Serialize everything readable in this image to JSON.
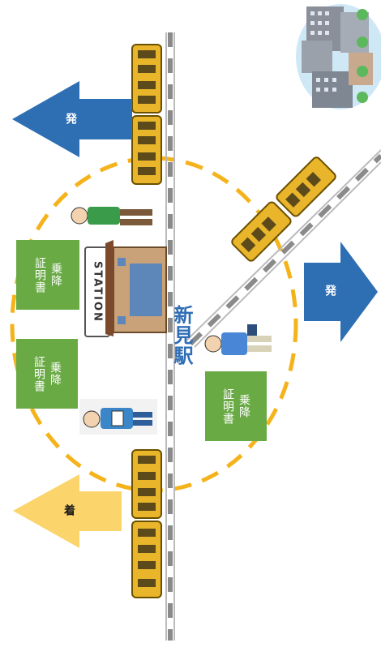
{
  "station_name": "新見駅",
  "station_sign": "STATION",
  "arrows": {
    "depart_top": "発",
    "depart_right": "発",
    "arrive": "着"
  },
  "certificate": {
    "line1": "乗降",
    "line2": "証明書"
  },
  "colors": {
    "depart_arrow": "#2e6fb3",
    "arrive_arrow": "#fbd56b",
    "certificate": "#6aaa45",
    "circle": "#f5b31b",
    "train": "#e8b52b",
    "station_text": "#2f6db5"
  }
}
